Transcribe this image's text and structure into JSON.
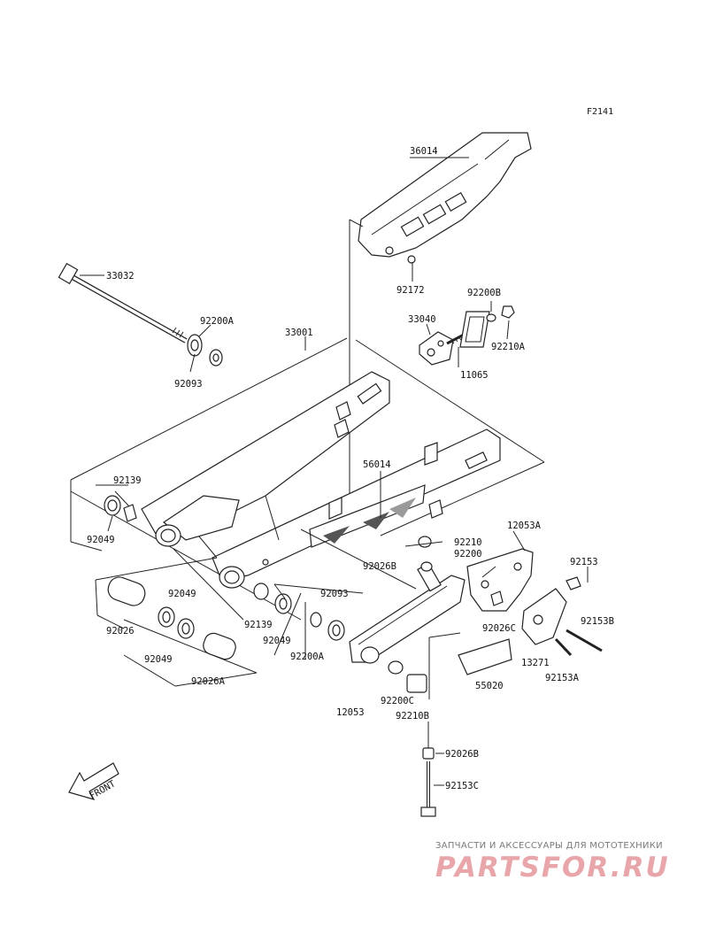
{
  "diagram": {
    "figure_code": "F2141",
    "parts": {
      "p36014": "36014",
      "p92172": "92172",
      "p33032": "33032",
      "p92200B": "92200B",
      "p33040": "33040",
      "p92200A_top": "92200A",
      "p92210A": "92210A",
      "p33001": "33001",
      "p92093_top": "92093",
      "p11065": "11065",
      "p92139_left": "92139",
      "p56014": "56014",
      "p92049_left": "92049",
      "p92210": "92210",
      "p12053A": "12053A",
      "p92200": "92200",
      "p92026B_mid": "92026B",
      "p92153": "92153",
      "p92049_mid": "92049",
      "p92093_mid": "92093",
      "p92026": "92026",
      "p92139_mid": "92139",
      "p92026C": "92026C",
      "p92153B": "92153B",
      "p92049_low": "92049",
      "p92049_low2": "92049",
      "p92200A_low": "92200A",
      "p13271": "13271",
      "p92153A": "92153A",
      "p92026A": "92026A",
      "p55020": "55020",
      "p92200C": "92200C",
      "p12053": "12053",
      "p92210B": "92210B",
      "p92026B_low": "92026B",
      "p92153C": "92153C",
      "front": "FRONT"
    }
  },
  "watermark": {
    "line1": "ЗАПЧАСТИ И АКСЕССУАРЫ ДЛЯ МОТОТЕХНИКИ",
    "line2": "PARTSFOR.RU",
    "color": "#e8a6aa"
  }
}
